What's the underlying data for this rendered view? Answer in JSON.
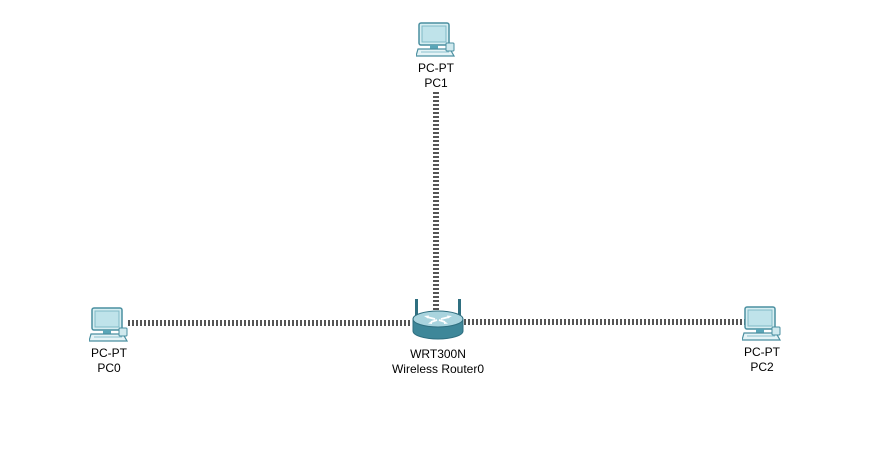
{
  "devices": {
    "pc1": {
      "model": "PC-PT",
      "name": "PC1",
      "icon": "pc-icon"
    },
    "pc0": {
      "model": "PC-PT",
      "name": "PC0",
      "icon": "pc-icon"
    },
    "pc2": {
      "model": "PC-PT",
      "name": "PC2",
      "icon": "pc-icon"
    },
    "router": {
      "model": "WRT300N",
      "name": "Wireless Router0",
      "icon": "wireless-router-icon"
    }
  },
  "links": [
    {
      "from": "router",
      "to": "pc1",
      "style": "wireless"
    },
    {
      "from": "router",
      "to": "pc0",
      "style": "wireless"
    },
    {
      "from": "router",
      "to": "pc2",
      "style": "wireless"
    }
  ],
  "colors": {
    "link": "#555555",
    "pc_screen": "#bfe3ea",
    "pc_body": "#5aa6b8",
    "router_body": "#4d9bae",
    "text": "#000000"
  }
}
